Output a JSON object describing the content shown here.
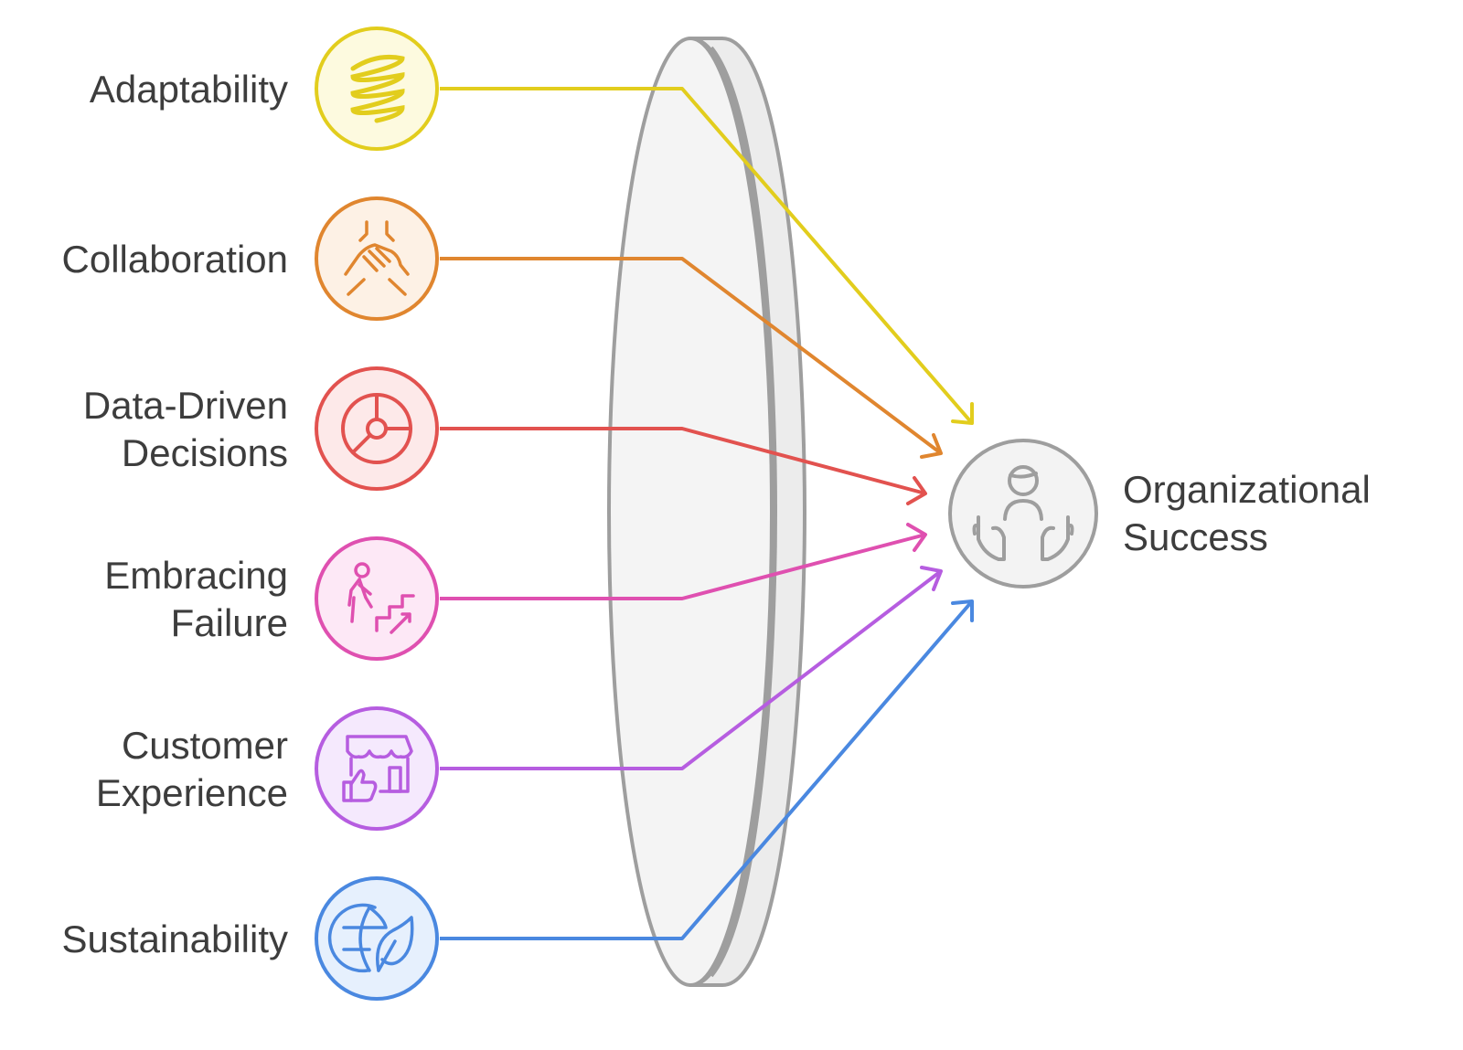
{
  "diagram": {
    "inputs": [
      {
        "id": "adaptability",
        "lines": [
          "Adaptability"
        ],
        "color": "#e2cd1d",
        "fill": "#fdfadf",
        "icon": "spring-icon"
      },
      {
        "id": "collaboration",
        "lines": [
          "Collaboration"
        ],
        "color": "#e0862f",
        "fill": "#fdf1e5",
        "icon": "handshake-icon"
      },
      {
        "id": "data-driven",
        "lines": [
          "Data-Driven",
          "Decisions"
        ],
        "color": "#e2524f",
        "fill": "#fde9e9",
        "icon": "pie-chart-icon"
      },
      {
        "id": "embracing-failure",
        "lines": [
          "Embracing",
          "Failure"
        ],
        "color": "#df50b0",
        "fill": "#fde8f6",
        "icon": "climbing-stairs-icon"
      },
      {
        "id": "customer-experience",
        "lines": [
          "Customer",
          "Experience"
        ],
        "color": "#b65de0",
        "fill": "#f5e9fd",
        "icon": "storefront-thumbs-up-icon"
      },
      {
        "id": "sustainability",
        "lines": [
          "Sustainability"
        ],
        "color": "#4a88e0",
        "fill": "#e6f0fd",
        "icon": "globe-leaf-icon"
      }
    ],
    "output": {
      "lines": [
        "Organizational",
        "Success"
      ],
      "color": "#9e9e9e",
      "fill": "#f3f3f3",
      "icon": "person-hands-icon"
    },
    "lens_color": "#9e9e9e",
    "lens_fill": "#f4f4f4"
  }
}
